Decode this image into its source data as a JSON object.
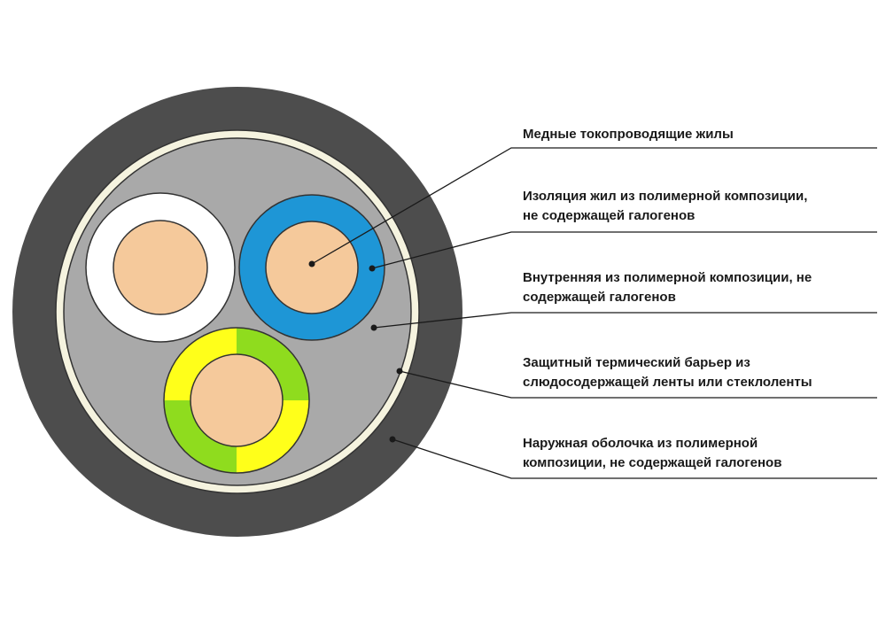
{
  "labels": [
    {
      "key": "copper",
      "lines": [
        "Медные токопроводящие жилы"
      ]
    },
    {
      "key": "insulation",
      "lines": [
        "Изоляция жил из полимерной композиции,",
        "не содержащей галогенов"
      ]
    },
    {
      "key": "inner",
      "lines": [
        "Внутренняя из полимерной композиции, не",
        "содержащей галогенов"
      ]
    },
    {
      "key": "barrier",
      "lines": [
        "Защитный термический барьер из",
        "слюдосодержащей ленты или стеклоленты"
      ]
    },
    {
      "key": "outer",
      "lines": [
        "Наружная оболочка из полимерной",
        "композиции, не содержащей галогенов"
      ]
    }
  ],
  "colors": {
    "outer_sheath": "#4d4d4d",
    "barrier_tape": "#f5f3df",
    "inner_filler": "#a9a9a9",
    "copper": "#f5c99b",
    "insulation_white": "#ffffff",
    "insulation_blue": "#1e96d6",
    "insulation_yellow": "#ffff1a",
    "insulation_green": "#8fdc1e",
    "leader": "#1a1a1a"
  }
}
